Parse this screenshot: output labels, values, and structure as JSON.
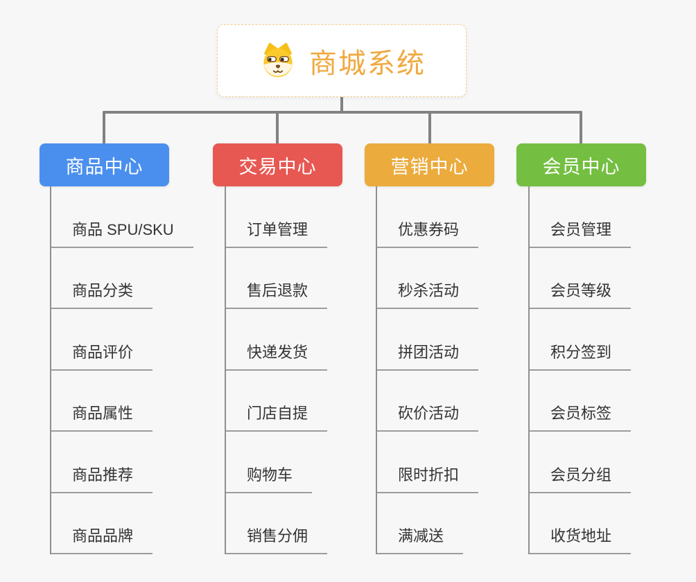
{
  "page": {
    "background_color": "#f7f7f7",
    "connector_color": "#828282"
  },
  "root": {
    "title": "商城系统",
    "title_color": "#f0a93f",
    "border_color": "#f3cc8e",
    "icon": "shiba-dog-icon"
  },
  "branches": [
    {
      "label": "商品中心",
      "color": "#4a8fee",
      "children": [
        "商品 SPU/SKU",
        "商品分类",
        "商品评价",
        "商品属性",
        "商品推荐",
        "商品品牌"
      ]
    },
    {
      "label": "交易中心",
      "color": "#e75852",
      "children": [
        "订单管理",
        "售后退款",
        "快递发货",
        "门店自提",
        "购物车",
        "销售分佣"
      ]
    },
    {
      "label": "营销中心",
      "color": "#ebab3d",
      "children": [
        "优惠券码",
        "秒杀活动",
        "拼团活动",
        "砍价活动",
        "限时折扣",
        "满减送"
      ]
    },
    {
      "label": "会员中心",
      "color": "#74bf41",
      "children": [
        "会员管理",
        "会员等级",
        "积分签到",
        "会员标签",
        "会员分组",
        "收货地址"
      ]
    }
  ]
}
